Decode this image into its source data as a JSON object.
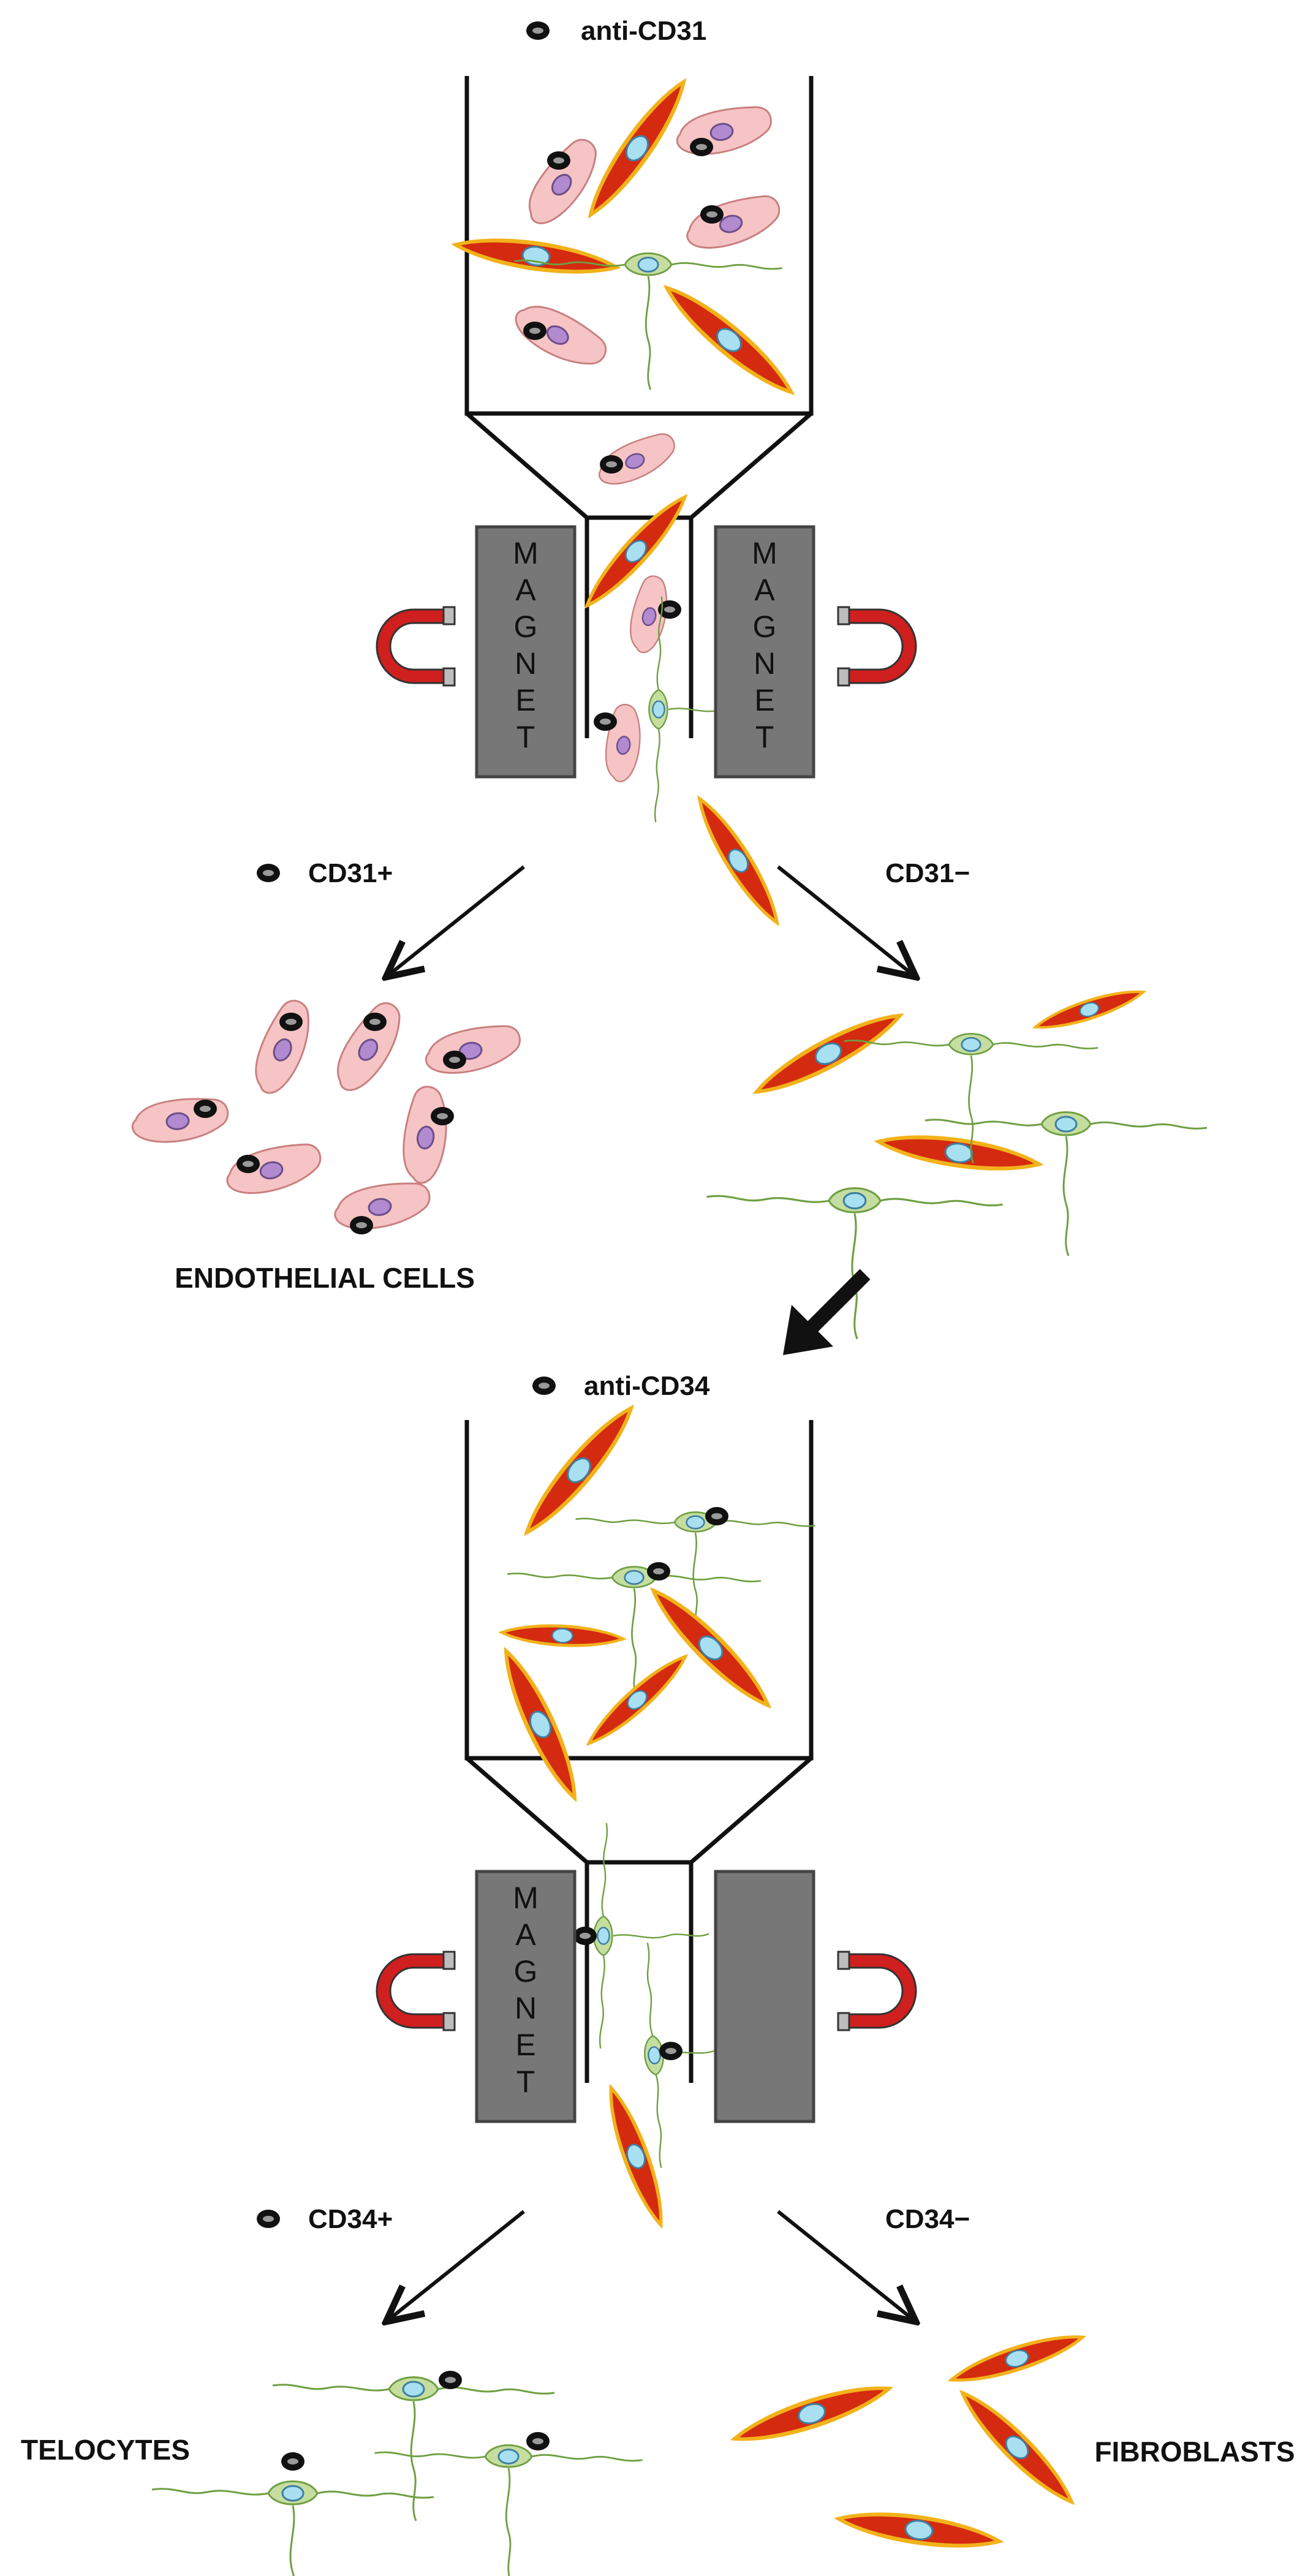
{
  "stage1": {
    "antibody_label": "anti-CD31",
    "positive_label": "CD31+",
    "negative_label": "CD31−",
    "positive_result": "ENDOTHELIAL CELLS"
  },
  "stage2": {
    "antibody_label": "anti-CD34",
    "positive_label": "CD34+",
    "negative_label": "CD34−",
    "positive_result": "TELOCYTES",
    "negative_result": "FIBROBLASTS"
  },
  "magnet_text": "MAGNET",
  "colors": {
    "fibroblast_fill": "#d42a10",
    "fibroblast_rim": "#f2b21a",
    "nucleus": "#a8e0f2",
    "endothelial_fill": "#f6c4c4",
    "endothelial_nucleus": "#b18ad0",
    "telocyte_fill": "#c5dea0",
    "telocyte_stroke": "#6f9f42",
    "magnet_fill": "#777777",
    "horseshoe": "#cf1f1f",
    "bead": "#111111"
  }
}
